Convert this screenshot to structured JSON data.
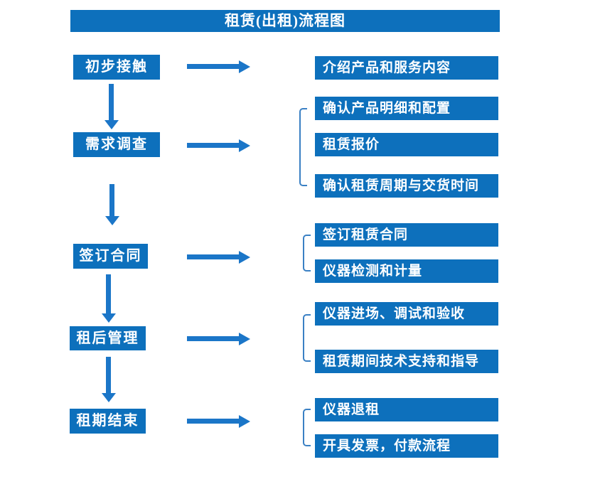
{
  "title": "租赁(出租)流程图",
  "colors": {
    "box_fill": "#0d70bc",
    "arrow": "#1b76c8",
    "bracket": "#3a80c4",
    "text": "#ffffff",
    "background": "#ffffff"
  },
  "stages": [
    {
      "label": "初步接触",
      "outputs": [
        "介绍产品和服务内容"
      ]
    },
    {
      "label": "需求调查",
      "outputs": [
        "确认产品明细和配置",
        "租赁报价",
        "确认租赁周期与交货时间"
      ]
    },
    {
      "label": "签订合同",
      "outputs": [
        "签订租赁合同",
        "仪器检测和计量"
      ]
    },
    {
      "label": "租后管理",
      "outputs": [
        "仪器进场、调试和验收",
        "租赁期间技术支持和指导"
      ]
    },
    {
      "label": "租期结束",
      "outputs": [
        "仪器退租",
        "开具发票，付款流程"
      ]
    }
  ]
}
